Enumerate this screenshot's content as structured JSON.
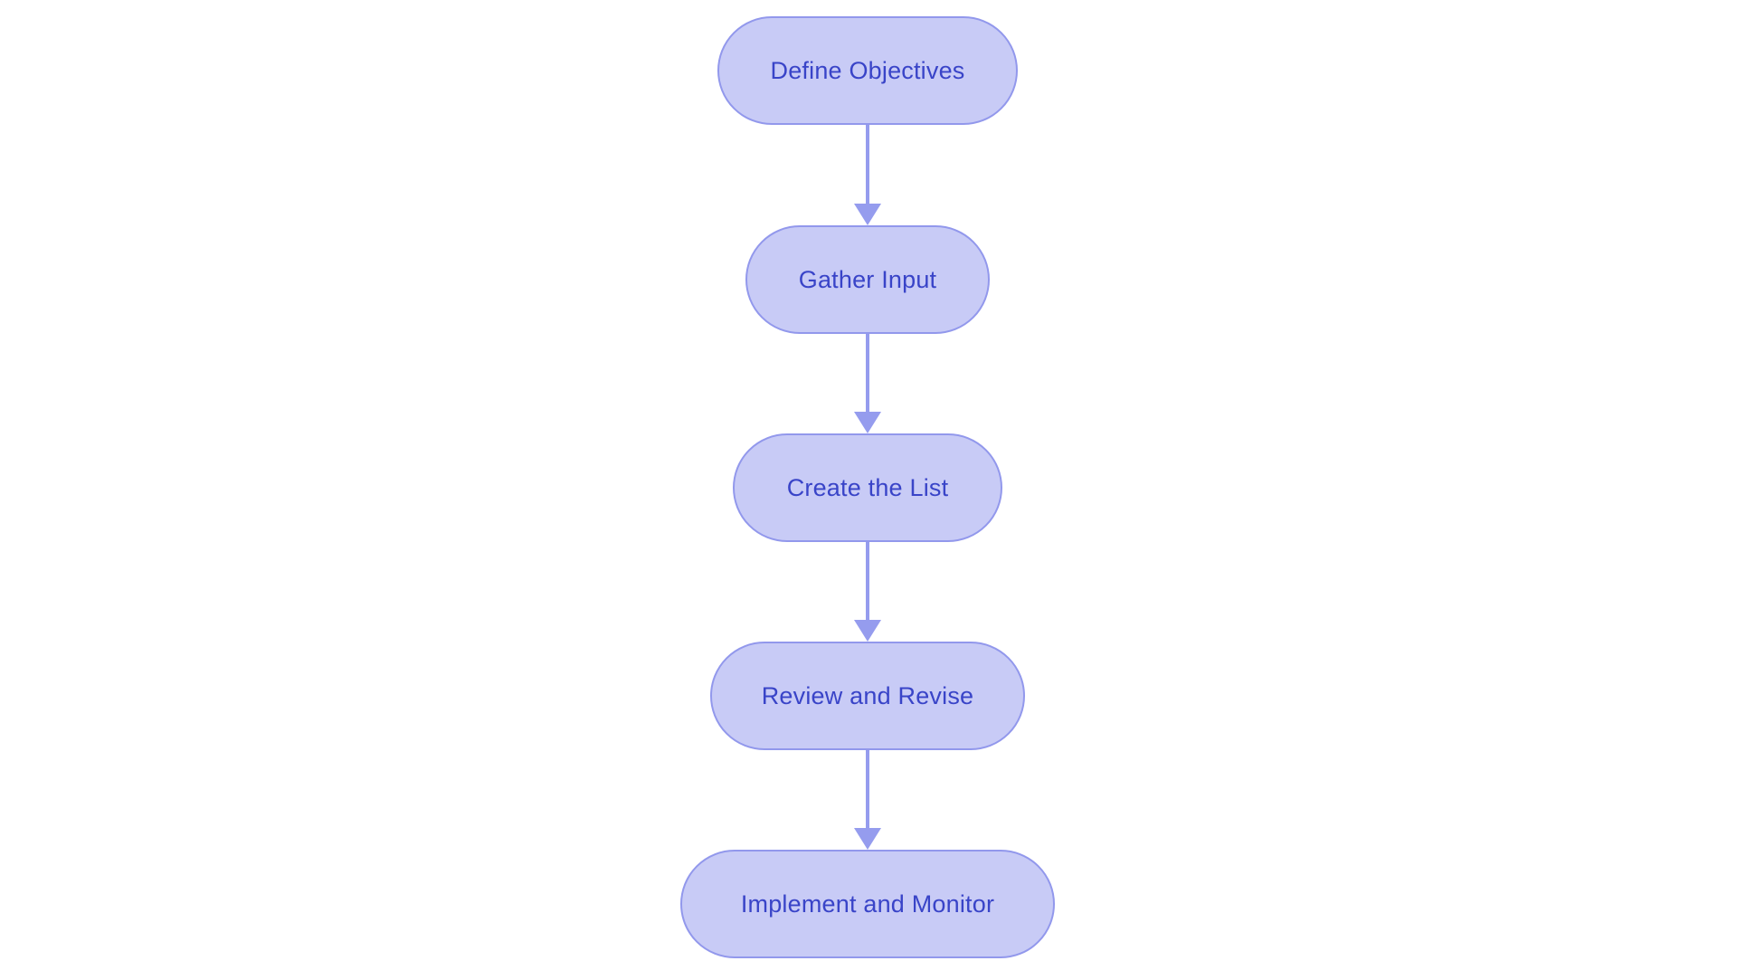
{
  "flowchart": {
    "type": "flowchart",
    "direction": "top-down",
    "nodes": [
      {
        "label": "Define Objectives"
      },
      {
        "label": "Gather Input"
      },
      {
        "label": "Create the List"
      },
      {
        "label": "Review and Revise"
      },
      {
        "label": "Implement and Monitor"
      }
    ],
    "edges": [
      {
        "from": "Define Objectives",
        "to": "Gather Input"
      },
      {
        "from": "Gather Input",
        "to": "Create the List"
      },
      {
        "from": "Create the List",
        "to": "Review and Revise"
      },
      {
        "from": "Review and Revise",
        "to": "Implement and Monitor"
      }
    ],
    "colors": {
      "background": "#ffffff",
      "node_fill": "#c8cbf6",
      "node_border": "#9298ec",
      "node_text": "#3944c8",
      "arrow": "#959cee"
    }
  }
}
